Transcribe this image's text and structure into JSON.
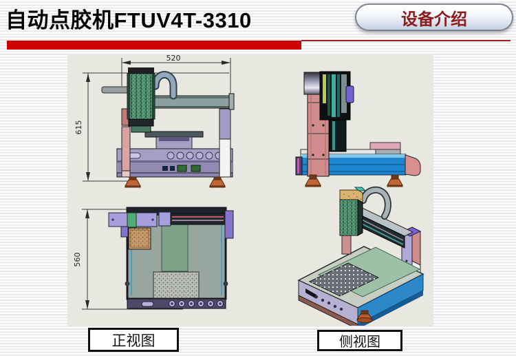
{
  "header": {
    "title": "自动点胶机FTUV4T-3310",
    "badge": "设备介绍"
  },
  "colors": {
    "accent_red": "#cf0202",
    "thin_rule_red": "#a21c1c",
    "badge_text": "#8b1d1d",
    "panel_background": "#e9e8e0",
    "machine_pink": "#d18c8c",
    "machine_lavender": "#a79ec6",
    "machine_green": "#4c8e6c",
    "machine_blue": "#1d86cf",
    "feet_orange": "#c06535"
  },
  "drawing": {
    "dim_width": "520",
    "dim_height": "615",
    "dim_depth": "560"
  },
  "captions": {
    "front": "正视图",
    "side": "侧视图"
  }
}
